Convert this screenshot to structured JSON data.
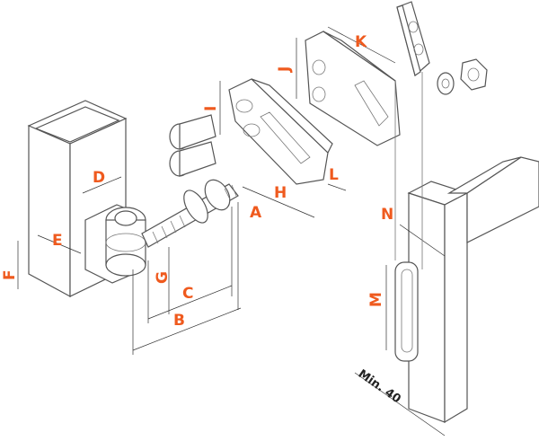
{
  "accent_color": "#ef5a1e",
  "dimension_labels": {
    "A": "A",
    "B": "B",
    "C": "C",
    "D": "D",
    "E": "E",
    "F": "F",
    "G": "G",
    "H": "H",
    "I": "I",
    "J": "J",
    "K": "K",
    "L": "L",
    "M": "M",
    "N": "N"
  },
  "min_note": "Min. 40"
}
